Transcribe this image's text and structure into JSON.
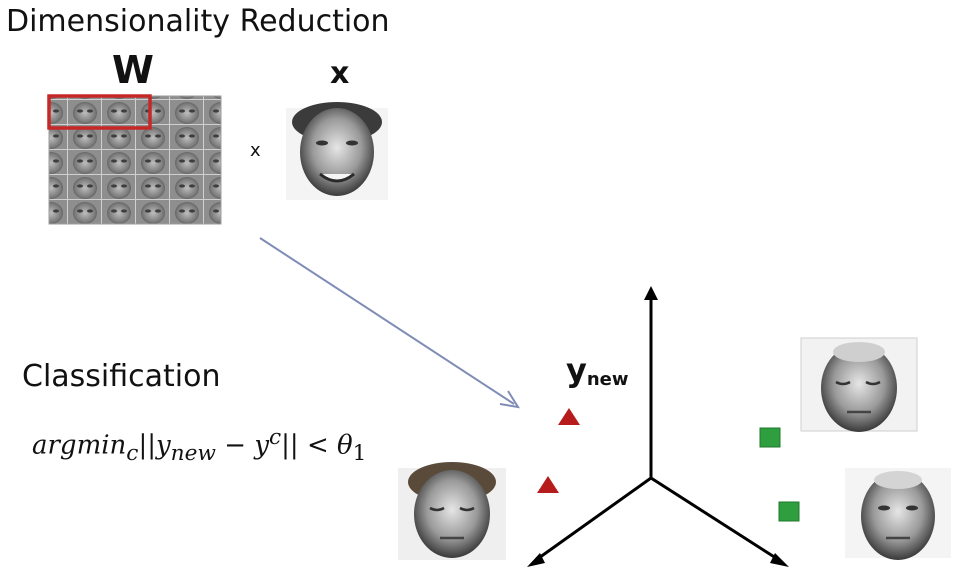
{
  "titles": {
    "dimensionality_reduction": "Dimensionality Reduction",
    "classification": "Classification"
  },
  "matrix": {
    "w_label": "W",
    "x_label": "x",
    "times_symbol": "x"
  },
  "formula": {
    "text": "argmin_c||y_new − y^c|| < θ_1",
    "parts": {
      "argmin": "argmin",
      "argmin_sub": "c",
      "norm_open": "||",
      "y": "y",
      "y_sub": "new",
      "minus": " − ",
      "yc": "y",
      "yc_sup": "c",
      "norm_close": "||",
      "lt": " < ",
      "theta": "θ",
      "theta_sub": "1"
    }
  },
  "projection": {
    "y_label": "y",
    "y_sub": "new"
  },
  "colors": {
    "arrow": "#7f8cb5",
    "highlight_box": "#c62828",
    "class_a_marker": "#b71c1c",
    "class_b_marker": "#2e9e3e",
    "axes": "#000000"
  },
  "markers": {
    "class_a_shape": "triangle",
    "class_b_shape": "square",
    "class_a_count": 2,
    "class_b_count": 2
  },
  "icons": [
    "eigenfaces-grid-image",
    "input-face-image",
    "projected-face-image",
    "class-b-face-image-top",
    "class-b-face-image-bottom"
  ]
}
